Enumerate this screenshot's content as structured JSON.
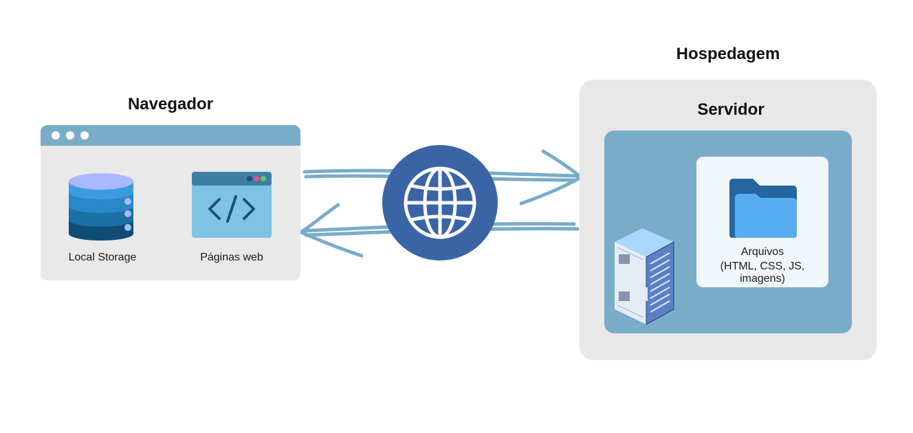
{
  "browser": {
    "title": "Navegador",
    "local_storage_label": "Local Storage",
    "pages_label": "Páginas web"
  },
  "hosting": {
    "title": "Hospedagem",
    "server_title": "Servidor",
    "files_label": "Arquivos",
    "files_detail": "(HTML, CSS, JS, imagens)"
  },
  "colors": {
    "accent_blue": "#79acc9",
    "globe_blue": "#3a64a6",
    "box_gray": "#e9e9e9"
  }
}
